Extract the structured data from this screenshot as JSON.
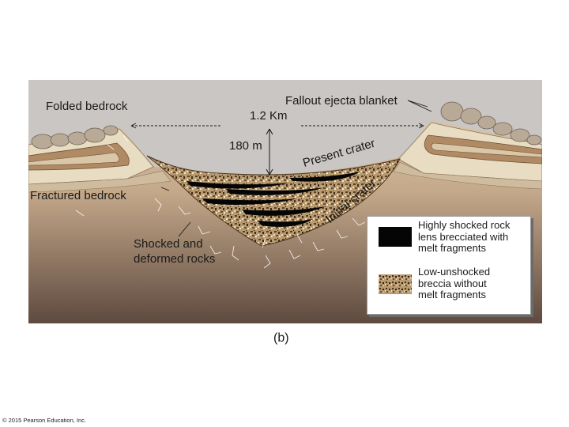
{
  "labels": {
    "folded_bedrock": "Folded bedrock",
    "fallout_ejecta": "Fallout ejecta blanket",
    "width": "1.2 Km",
    "depth": "180 m",
    "present_crater": "Present crater",
    "fractured_bedrock": "Fractured bedrock",
    "initial_crater": "Initial crater",
    "shocked_line1": "Shocked and",
    "shocked_line2": "deformed rocks"
  },
  "legend": {
    "item1_line1": "Highly shocked rock",
    "item1_line2": "lens brecciated with",
    "item1_line3": "melt fragments",
    "item2_line1": "Low-unshocked",
    "item2_line2": "breccia without",
    "item2_line3": "melt fragments"
  },
  "caption": "(b)",
  "credit": "© 2015 Pearson Education, Inc.",
  "colors": {
    "sky": "#c9c6c3",
    "ground_top": "#cdb79a",
    "ground_bottom": "#6a5447",
    "bedrock_light": "#e8dcc2",
    "bedrock_brown": "#b08a64",
    "breccia": "#8a6a44",
    "melt_lens": "#050505"
  }
}
